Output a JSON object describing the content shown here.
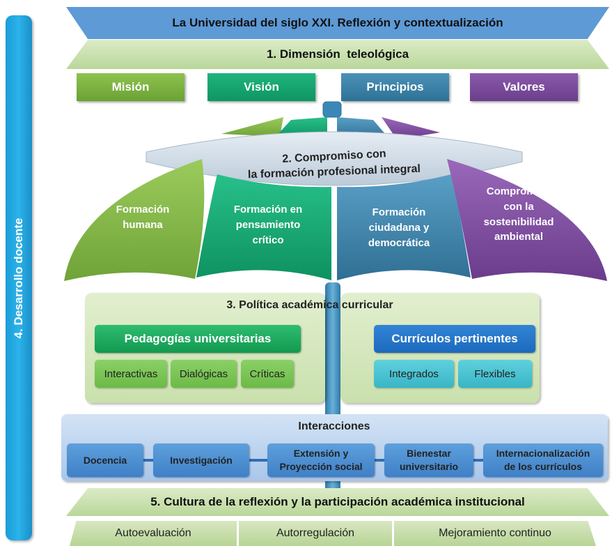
{
  "sidebar": {
    "label": "4. Desarrollo docente"
  },
  "header": {
    "title": "La Universidad del siglo XXI. Reflexión y contextualización",
    "dimension": "1. Dimensión  teleológica"
  },
  "pillars": [
    {
      "label": "Misión"
    },
    {
      "label": "Visión"
    },
    {
      "label": "Principios"
    },
    {
      "label": "Valores"
    }
  ],
  "umbrella": {
    "title_line1": "2. Compromiso con",
    "title_line2": "la formación profesional integral",
    "segments": [
      {
        "lines": [
          "Formación",
          "humana"
        ]
      },
      {
        "lines": [
          "Formación en",
          "pensamiento",
          "crítico"
        ]
      },
      {
        "lines": [
          "Formación",
          "ciudadana y",
          "democrática"
        ]
      },
      {
        "lines": [
          "Compromiso",
          "con la",
          "sostenibilidad",
          "ambiental"
        ]
      }
    ]
  },
  "politica": {
    "title": "3. Política académica curricular",
    "pedagogias": {
      "title": "Pedagogías universitarias",
      "items": [
        "Interactivas",
        "Dialógicas",
        "Críticas"
      ]
    },
    "curriculos": {
      "title": "Currículos pertinentes",
      "items": [
        "Integrados",
        "Flexibles"
      ]
    }
  },
  "interacciones": {
    "title": "Interacciones",
    "items": [
      {
        "lines": [
          "Docencia"
        ]
      },
      {
        "lines": [
          "Investigación"
        ]
      },
      {
        "lines": [
          "Extensión y",
          "Proyección social"
        ]
      },
      {
        "lines": [
          "Bienestar",
          "universitario"
        ]
      },
      {
        "lines": [
          "Internacionalización",
          "de los currículos"
        ]
      }
    ]
  },
  "cultura": {
    "title": "5. Cultura de la reflexión y la participación académica institucional",
    "items": [
      "Autoevaluación",
      "Autorregulación",
      "Mejoramiento continuo"
    ]
  },
  "colors": {
    "green": "#7ab342",
    "teal": "#16a36f",
    "blue": "#3d82a8",
    "purple": "#7b4c9c",
    "sidebar": "#22a7e0",
    "banner": "#5d9ad6",
    "pole": "#3b88b8"
  }
}
